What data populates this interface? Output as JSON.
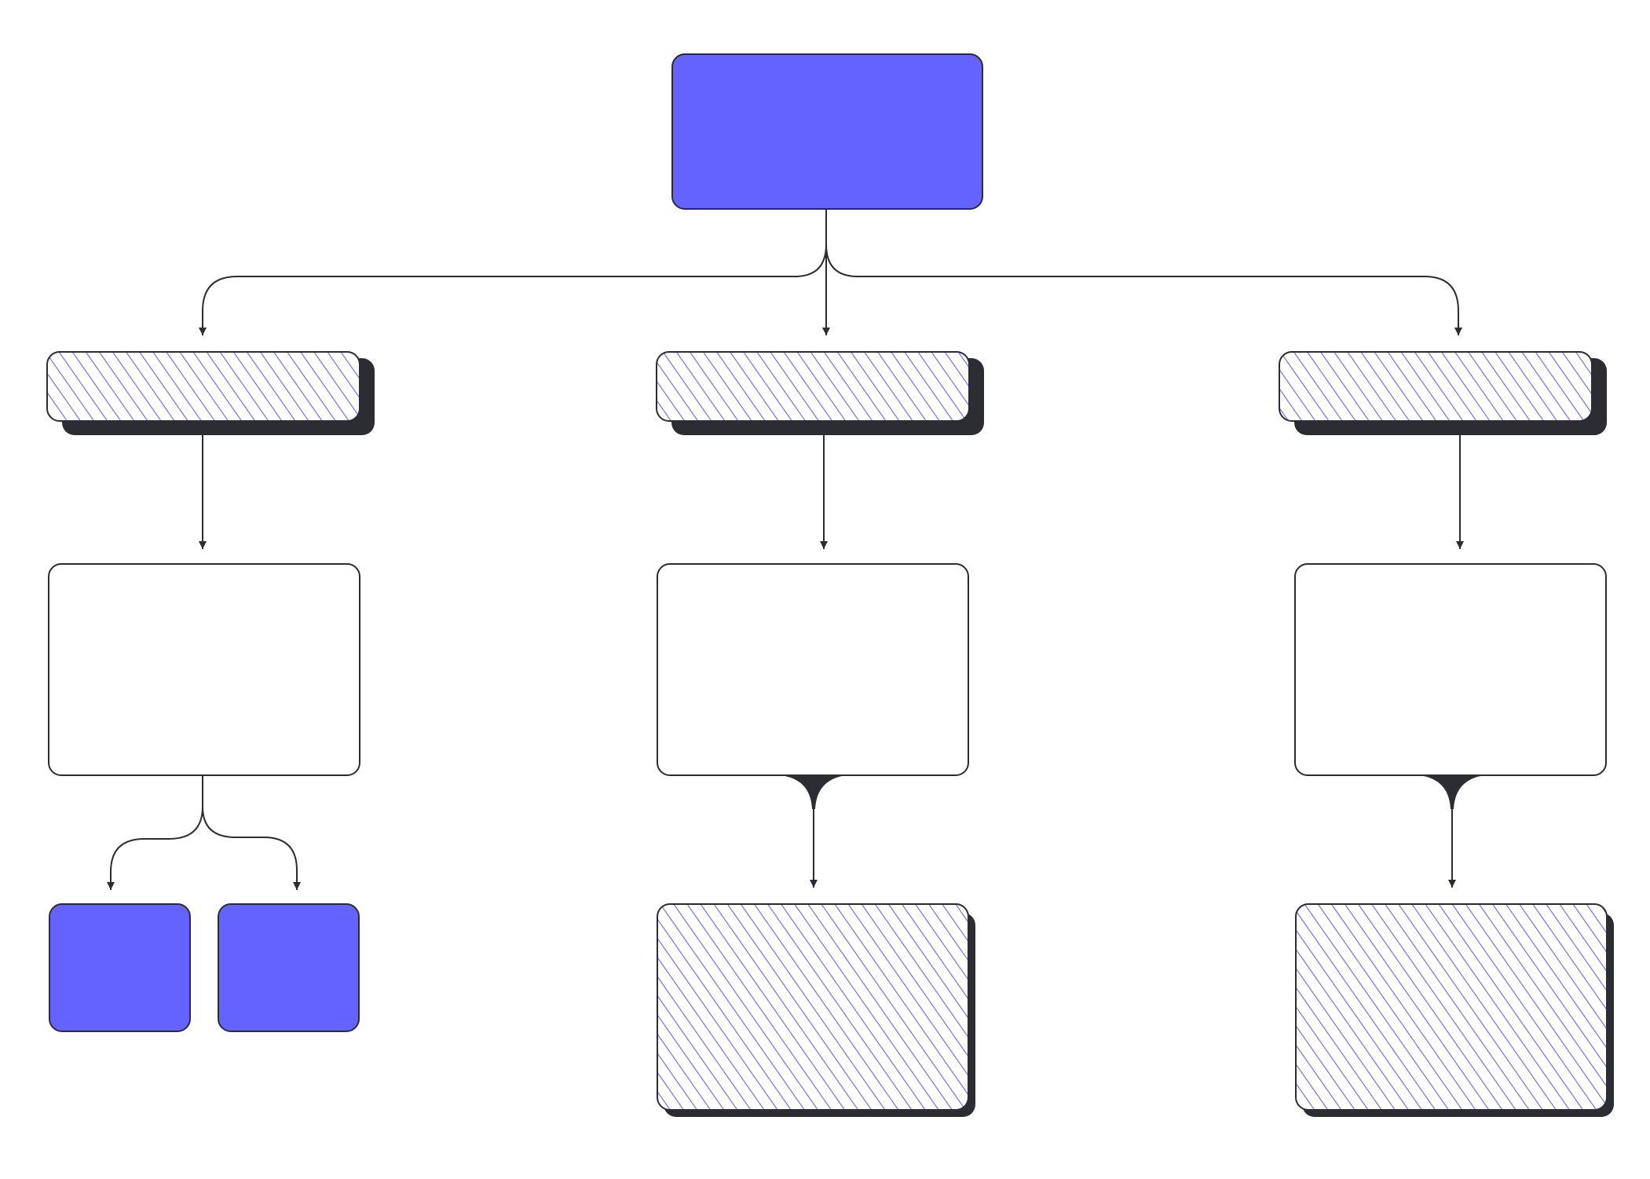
{
  "diagram": {
    "kind": "hierarchy flowchart",
    "title": "",
    "colors": {
      "accent_fill": "#6563ff",
      "stroke": "#2b2d33",
      "shadow": "#2b2d33",
      "hatch": "#6563ff",
      "plain_fill": "#ffffff",
      "background": "#ffffff"
    },
    "nodes": [
      {
        "id": "root",
        "style": "solid",
        "label": ""
      },
      {
        "id": "branch-left",
        "style": "hatched-shadow",
        "label": ""
      },
      {
        "id": "branch-center",
        "style": "hatched-shadow",
        "label": ""
      },
      {
        "id": "branch-right",
        "style": "hatched-shadow",
        "label": ""
      },
      {
        "id": "content-left",
        "style": "plain",
        "label": ""
      },
      {
        "id": "content-center",
        "style": "plain",
        "label": ""
      },
      {
        "id": "content-right",
        "style": "plain",
        "label": ""
      },
      {
        "id": "leaf-left-a",
        "style": "solid",
        "label": ""
      },
      {
        "id": "leaf-left-b",
        "style": "solid",
        "label": ""
      },
      {
        "id": "leaf-center",
        "style": "hatched-shadow",
        "label": ""
      },
      {
        "id": "leaf-right",
        "style": "hatched-shadow",
        "label": ""
      }
    ],
    "edges": [
      {
        "from": "root",
        "to": "branch-left",
        "style": "curved-split"
      },
      {
        "from": "root",
        "to": "branch-center",
        "style": "straight"
      },
      {
        "from": "root",
        "to": "branch-right",
        "style": "curved-split"
      },
      {
        "from": "branch-left",
        "to": "content-left",
        "style": "straight"
      },
      {
        "from": "branch-center",
        "to": "content-center",
        "style": "straight"
      },
      {
        "from": "branch-right",
        "to": "content-right",
        "style": "straight"
      },
      {
        "from": "content-left",
        "to": "leaf-left-a",
        "style": "curved-split"
      },
      {
        "from": "content-left",
        "to": "leaf-left-b",
        "style": "curved-split"
      },
      {
        "from": "content-center",
        "to": "leaf-center",
        "style": "funnel"
      },
      {
        "from": "content-right",
        "to": "leaf-right",
        "style": "funnel"
      }
    ]
  }
}
